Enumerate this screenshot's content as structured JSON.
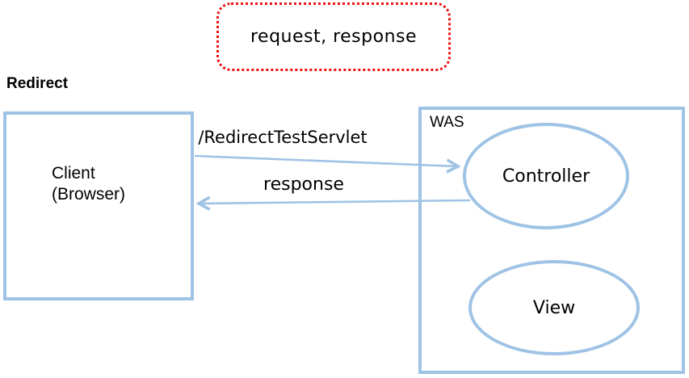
{
  "heading": {
    "label": "Redirect"
  },
  "note": {
    "label": "request, response"
  },
  "client": {
    "line1": "Client",
    "line2": "(Browser)"
  },
  "was": {
    "label": "WAS"
  },
  "nodes": {
    "controller": "Controller",
    "view": "View"
  },
  "arrows": {
    "request": {
      "label": "/RedirectTestServlet"
    },
    "response": {
      "label": "response"
    }
  },
  "colors": {
    "accent_blue": "#9fc3e5",
    "note_red": "#ee1111",
    "text": "#000000",
    "background": "#ffffff"
  }
}
